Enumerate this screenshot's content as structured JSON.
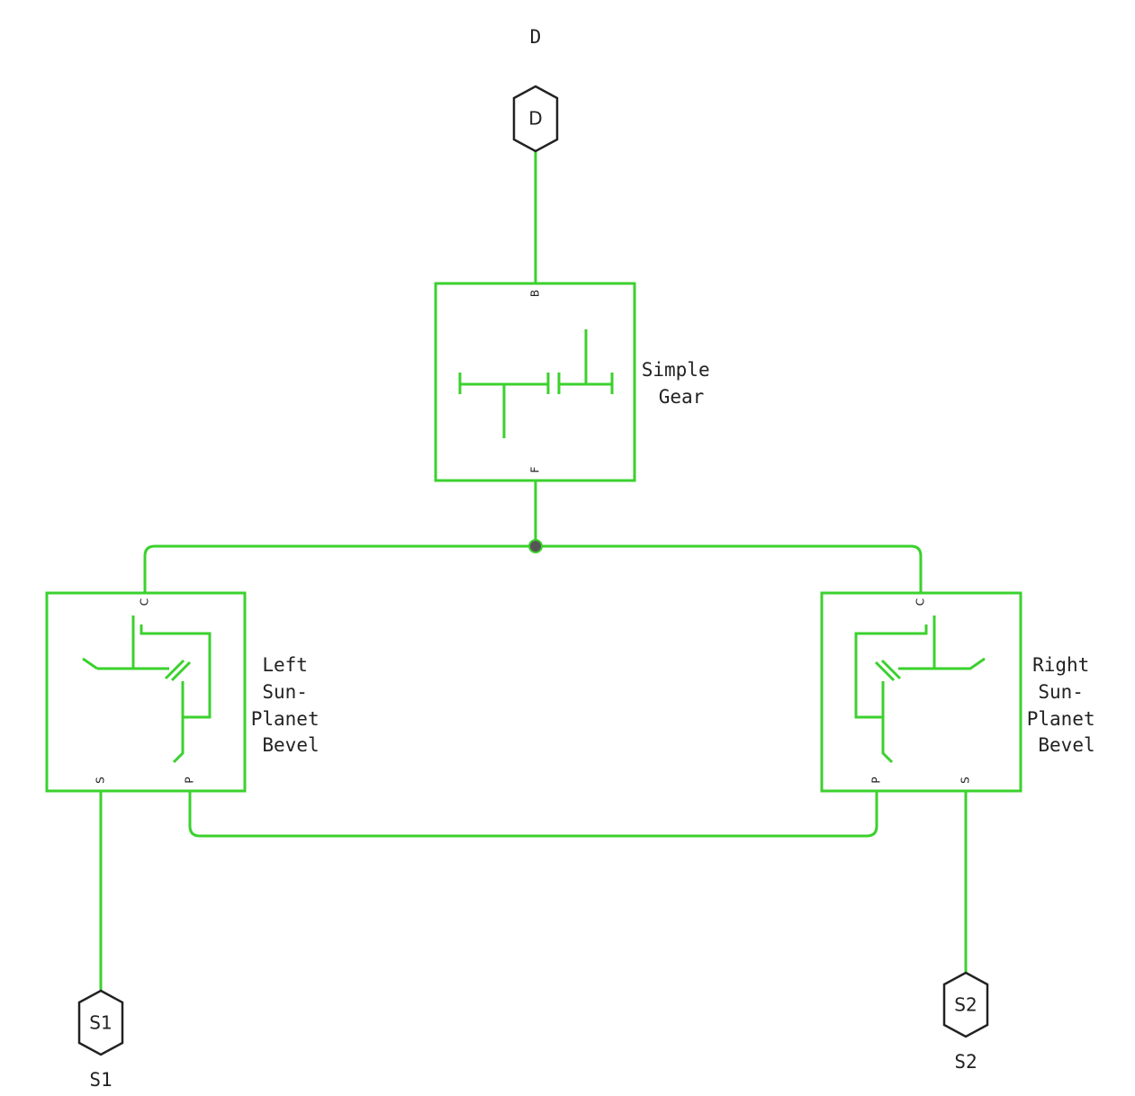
{
  "ports": {
    "d": {
      "symbol": "D",
      "label": "D"
    },
    "s1": {
      "symbol": "S1",
      "label": "S1"
    },
    "s2": {
      "symbol": "S2",
      "label": "S2"
    }
  },
  "blocks": {
    "simple_gear": {
      "name_lines": [
        "Simple",
        "Gear"
      ],
      "port_top": "B",
      "port_bottom": "F"
    },
    "left_bevel": {
      "name_lines": [
        "Left",
        "Sun-",
        "Planet",
        "Bevel"
      ],
      "port_top": "C",
      "port_s": "S",
      "port_p": "P"
    },
    "right_bevel": {
      "name_lines": [
        "Right",
        "Sun-",
        "Planet",
        "Bevel"
      ],
      "port_top": "C",
      "port_s": "S",
      "port_p": "P"
    }
  },
  "colors": {
    "connection": "#3bd12e",
    "outline": "#222222",
    "junction": "#555555"
  }
}
